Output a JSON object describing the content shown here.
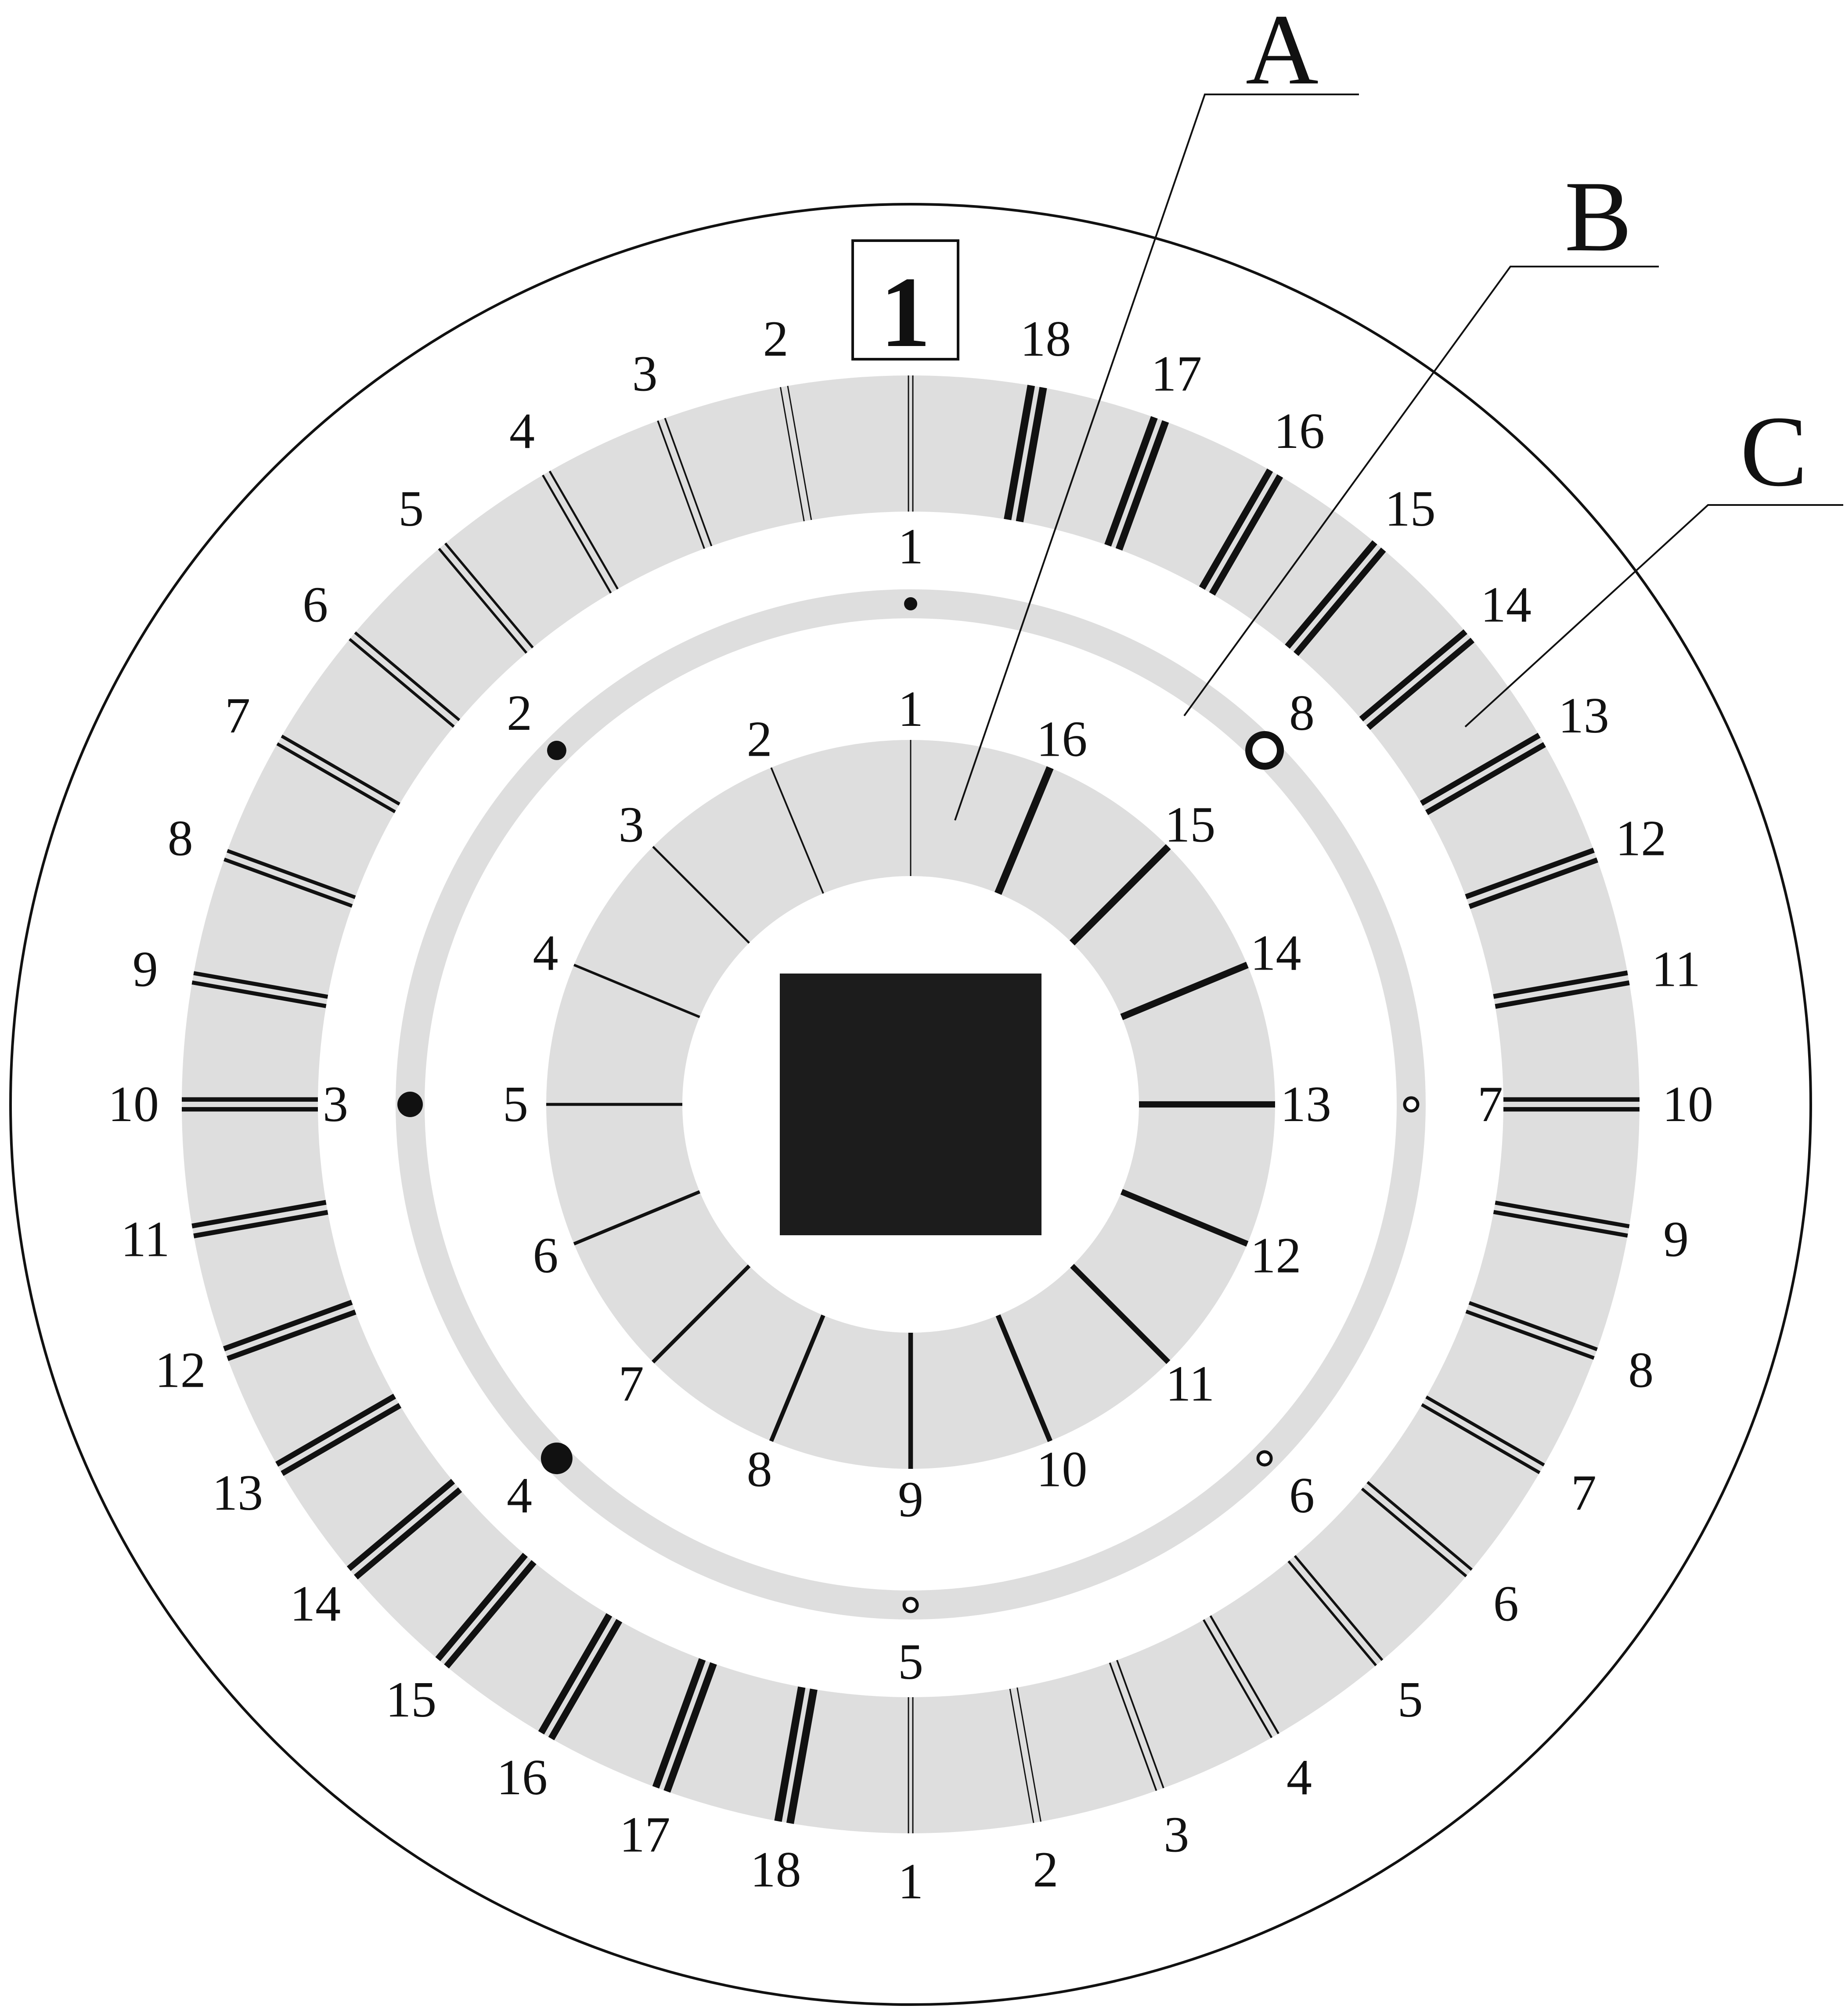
{
  "colors": {
    "background": "#ffffff",
    "line": "#111111",
    "ring_fill": "#dedede",
    "center_square": "#1c1c1c"
  },
  "diagram": {
    "callout_labels": [
      "A",
      "B",
      "C"
    ],
    "badge_number": "1",
    "inner_ring_marks": [
      {
        "label": "1",
        "weight": 1
      },
      {
        "label": "2",
        "weight": 2
      },
      {
        "label": "3",
        "weight": 3
      },
      {
        "label": "4",
        "weight": 4
      },
      {
        "label": "5",
        "weight": 5
      },
      {
        "label": "6",
        "weight": 6
      },
      {
        "label": "7",
        "weight": 7
      },
      {
        "label": "8",
        "weight": 8
      },
      {
        "label": "9",
        "weight": 9
      },
      {
        "label": "10",
        "weight": 10
      },
      {
        "label": "11",
        "weight": 11
      },
      {
        "label": "12",
        "weight": 12
      },
      {
        "label": "13",
        "weight": 13
      },
      {
        "label": "14",
        "weight": 14
      },
      {
        "label": "15",
        "weight": 15
      },
      {
        "label": "16",
        "weight": 16
      }
    ],
    "middle_ring_dots": [
      {
        "label": "1",
        "style": "filled",
        "size": 1
      },
      {
        "label": "2",
        "style": "filled",
        "size": 2
      },
      {
        "label": "3",
        "style": "filled",
        "size": 3
      },
      {
        "label": "4",
        "style": "filled",
        "size": 4
      },
      {
        "label": "5",
        "style": "hollow",
        "size": 1
      },
      {
        "label": "6",
        "style": "hollow",
        "size": 1
      },
      {
        "label": "7",
        "style": "hollow",
        "size": 1
      },
      {
        "label": "8",
        "style": "hollow",
        "size": 4
      }
    ],
    "outer_ring_marks": {
      "left_labels": [
        "1",
        "2",
        "3",
        "4",
        "5",
        "6",
        "7",
        "8",
        "9",
        "10",
        "11",
        "12",
        "13",
        "14",
        "15",
        "16",
        "17",
        "18"
      ],
      "right_labels": [
        "1",
        "2",
        "3",
        "4",
        "5",
        "6",
        "7",
        "8",
        "9",
        "10",
        "11",
        "12",
        "13",
        "14",
        "15",
        "16",
        "17",
        "18"
      ]
    }
  }
}
